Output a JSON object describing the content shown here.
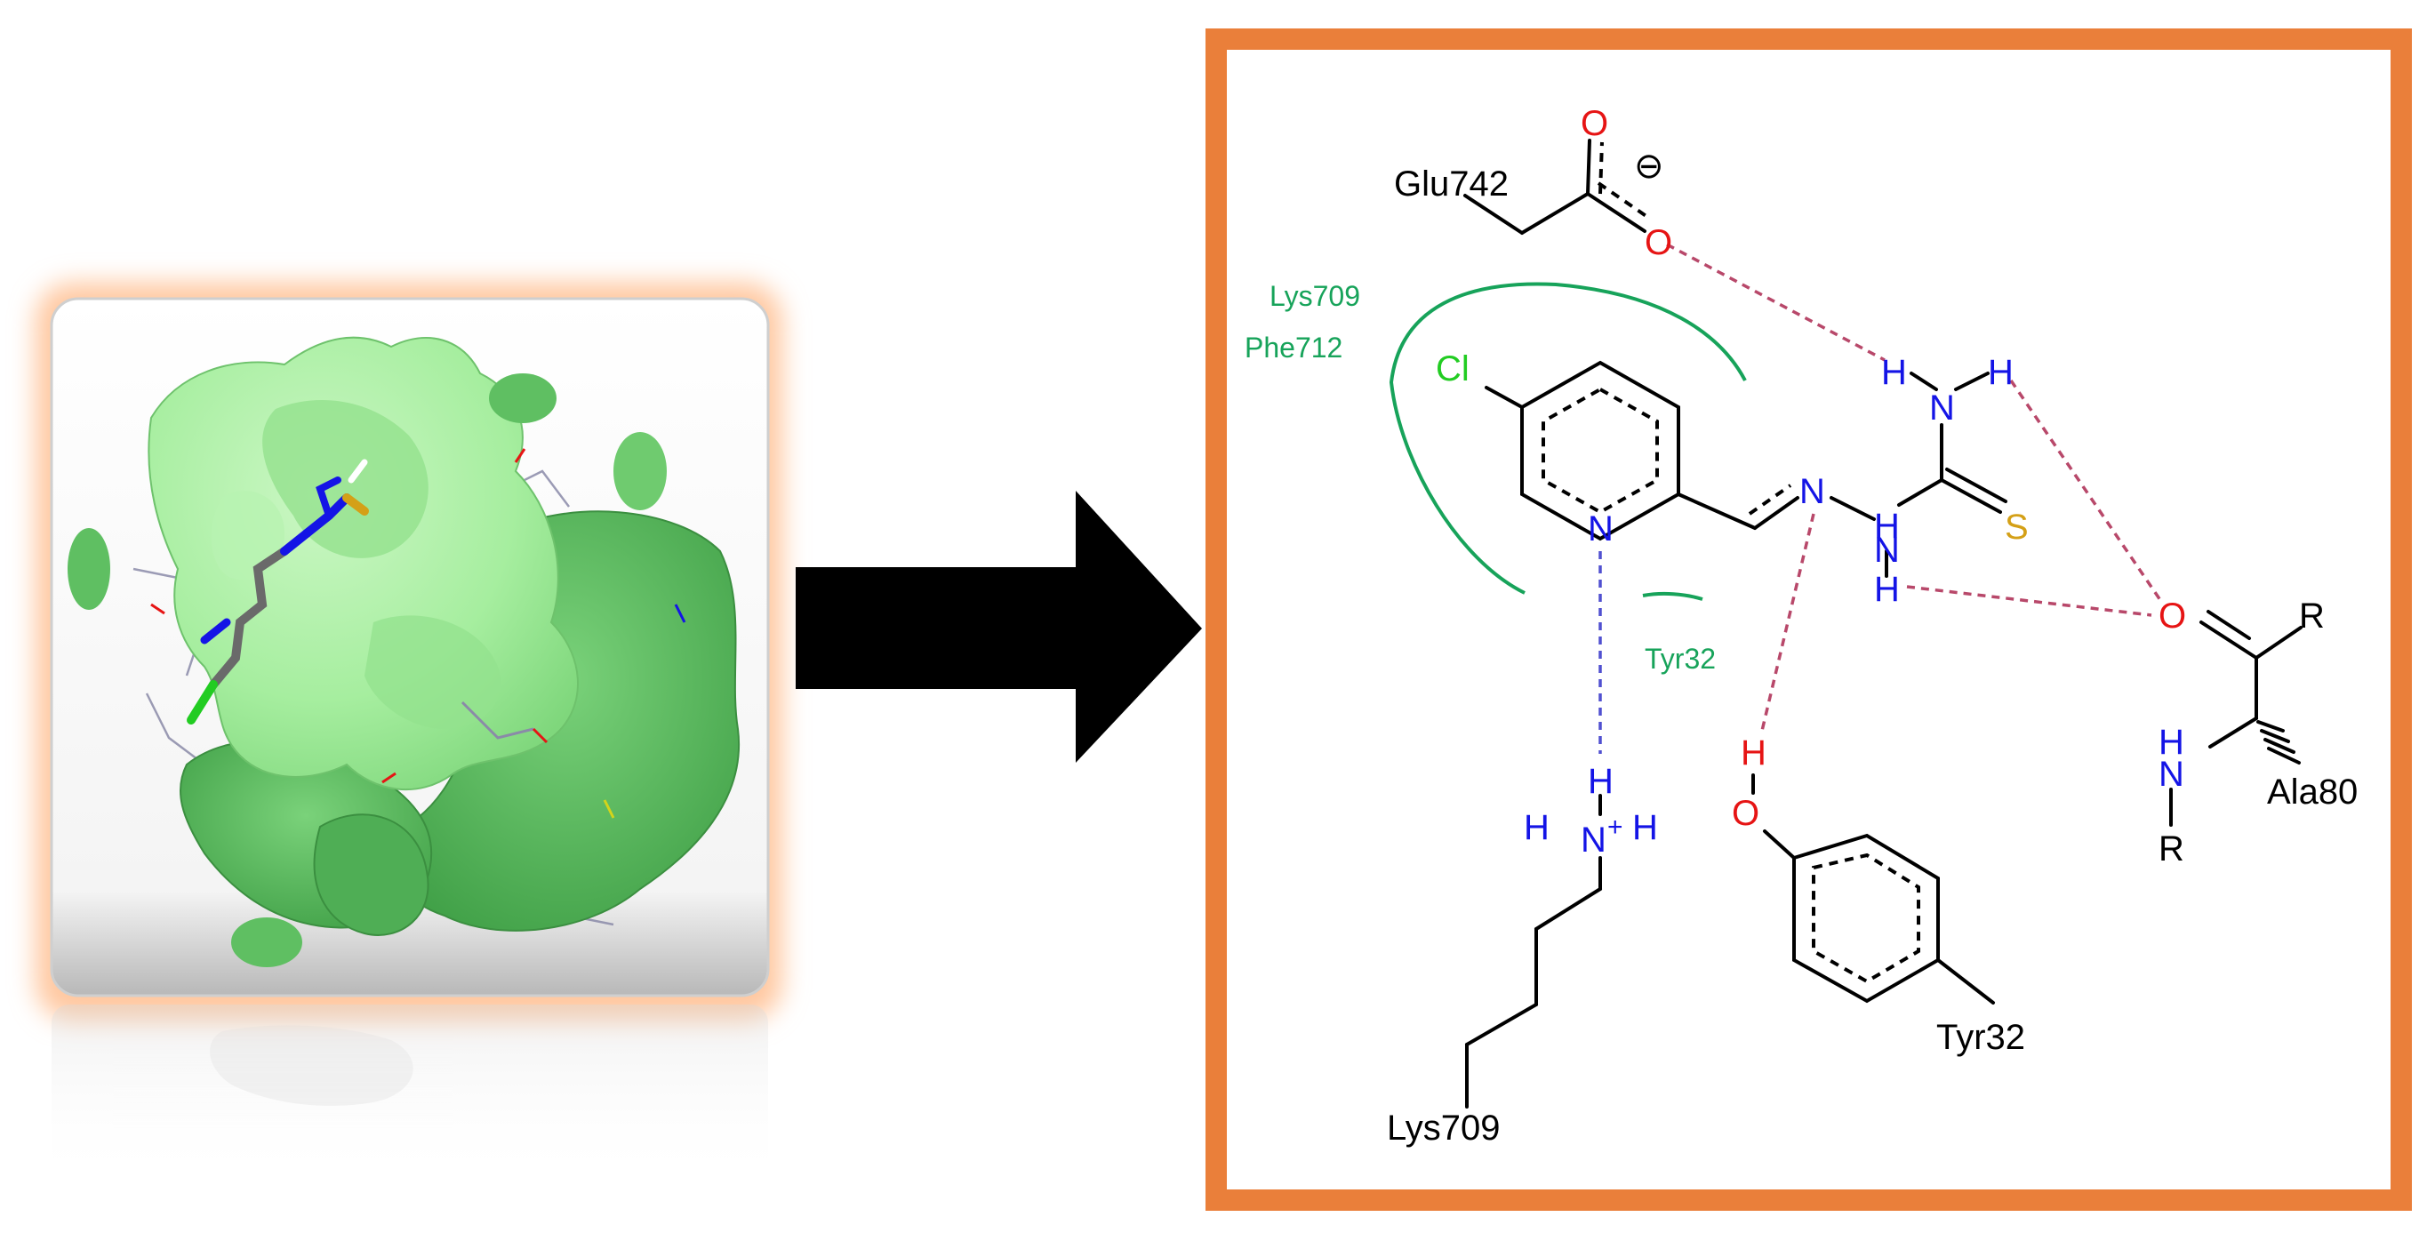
{
  "colors": {
    "frame": "#ea7f3a",
    "panel_glow": "#ffc8a0",
    "surface_light": "#a6ee9f",
    "surface_dark": "#5fbf62",
    "arrow": "#000000",
    "bond": "#000000",
    "nitrogen": "#1414e6",
    "oxygen": "#e61414",
    "sulfur": "#d4a017",
    "chlorine": "#22cc22",
    "residue_green": "#17a35a",
    "hbond_red": "#b8486a",
    "hbond_blue": "#5050d0"
  },
  "icons": {
    "left_panel": "protein-surface-render-icon",
    "arrow": "right-arrow-icon"
  },
  "diagram": {
    "residues": {
      "glu742": "Glu742",
      "lys709_pocket": "Lys709",
      "phe712": "Phe712",
      "tyr32_pocket": "Tyr32",
      "lys709": "Lys709",
      "tyr32": "Tyr32",
      "ala80": "Ala80"
    },
    "atoms": {
      "o_top": "O",
      "charge": "⊖",
      "o_mid": "O",
      "cl": "Cl",
      "n_pyr": "N",
      "n_imine": "N",
      "nh": "H",
      "n_h": "N",
      "s": "S",
      "h_n_left": "H",
      "n_amine": "N",
      "h_n_right": "H",
      "h_nh": "H",
      "o_carbonyl": "O",
      "r_top": "R",
      "h_amide": "H",
      "n_amide": "N",
      "r_bottom": "R",
      "h_lys_top": "H",
      "h_lys_left": "H",
      "n_lys": "N",
      "plus": "+",
      "h_lys_right": "H",
      "h_tyr": "H",
      "o_tyr": "O"
    }
  }
}
